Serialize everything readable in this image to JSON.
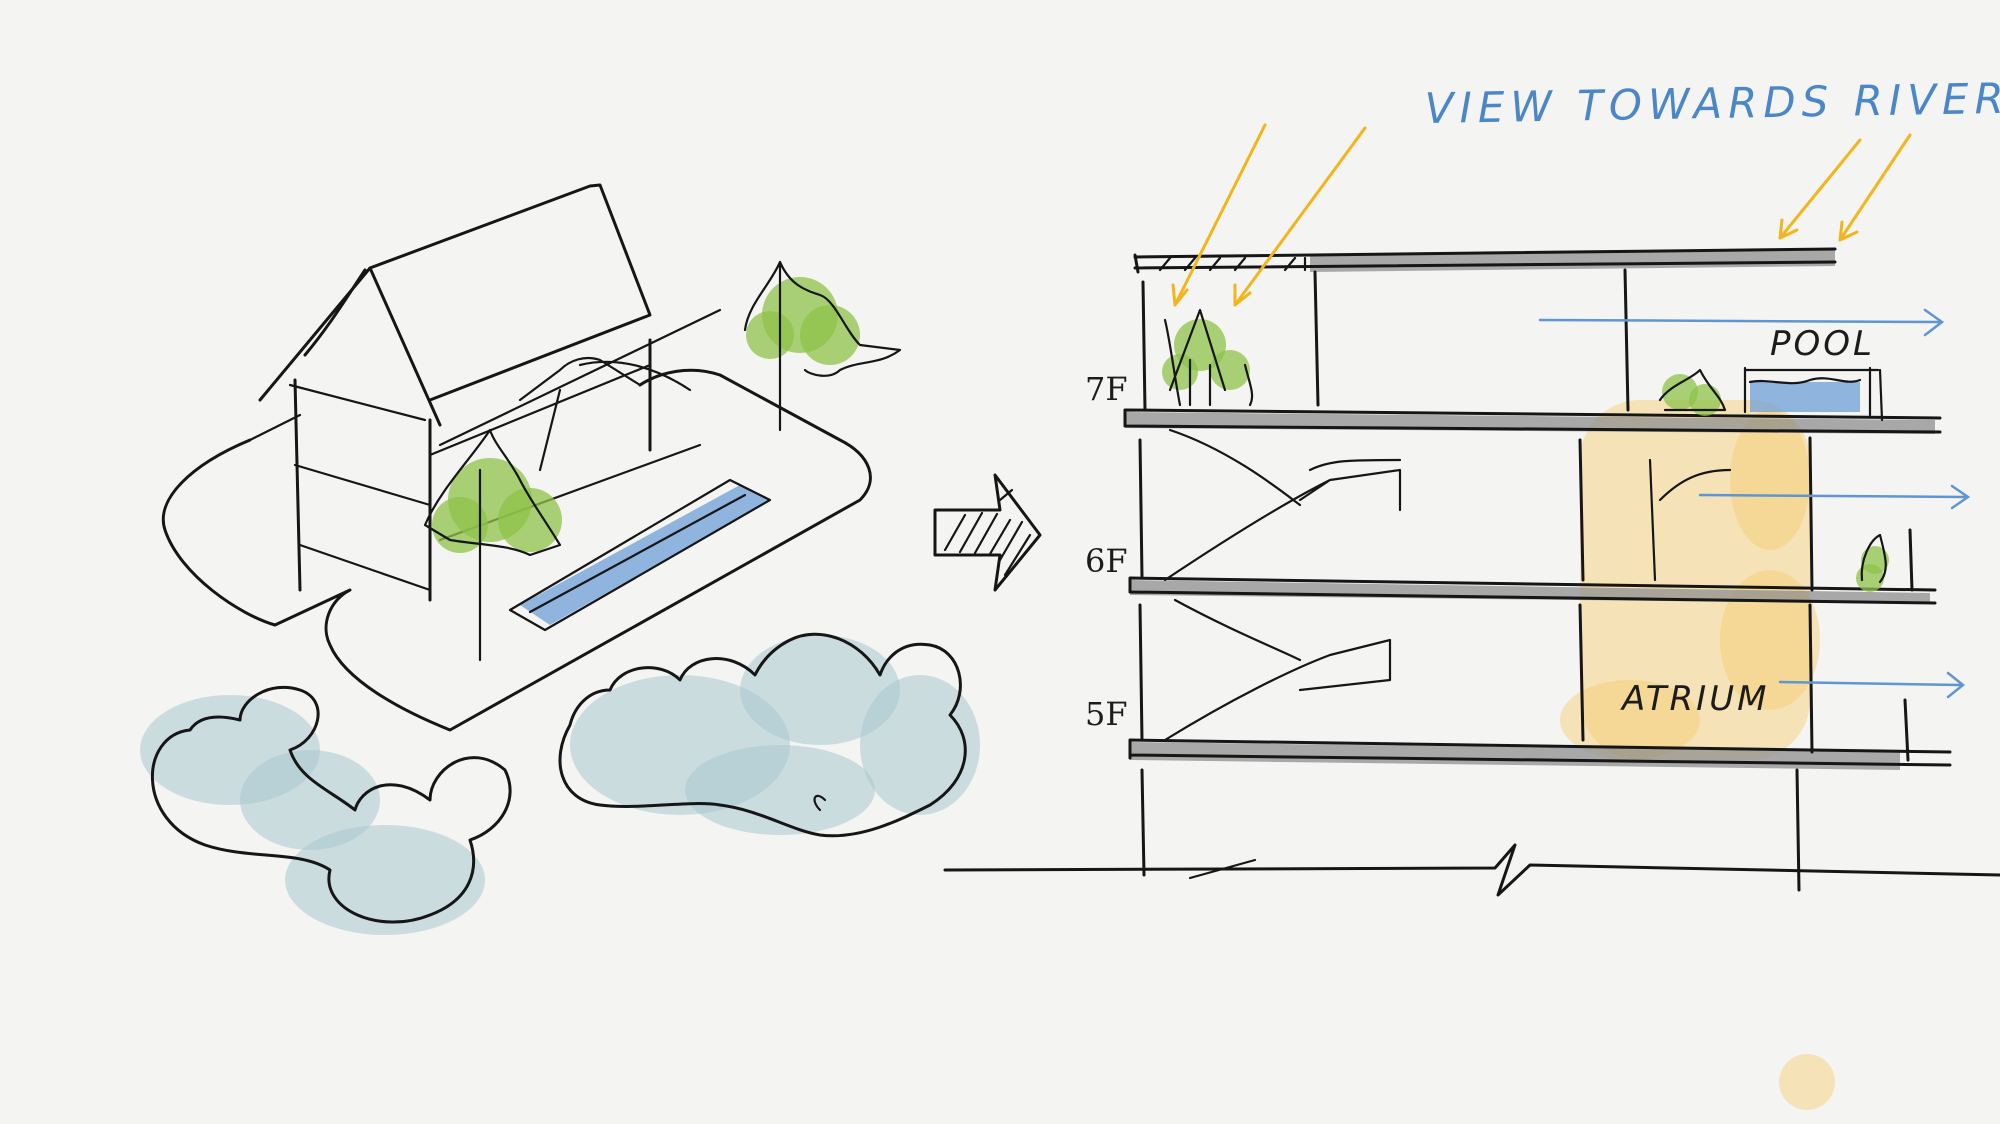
{
  "labels": {
    "view": "VIEW TOWARDS RIVER",
    "pool": "POOL",
    "atrium": "ATRIUM"
  },
  "floors": [
    "7F",
    "6F",
    "5F"
  ],
  "colors": {
    "ink": "#161616",
    "sunlight": "#f2b51c",
    "view_arrows": "#5f95d4",
    "greenery": "#8fc34a",
    "water": "#6e9fd6",
    "atrium_wash": "#f6cc6c",
    "cloud_wash": "#a9c8cf"
  },
  "icons": [
    "right-arrow-icon",
    "tree-icon",
    "shrub-icon",
    "sun-ray-icon"
  ]
}
